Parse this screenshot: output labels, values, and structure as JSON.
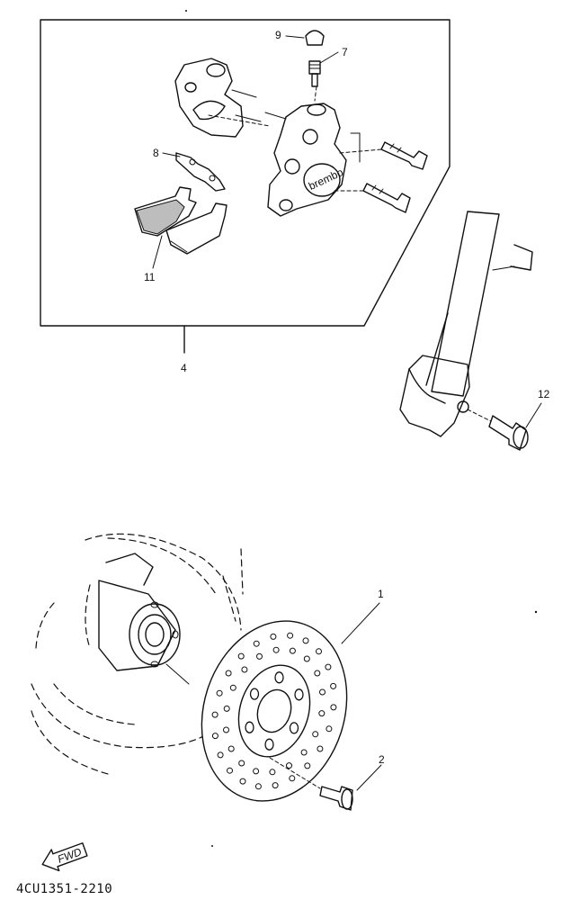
{
  "callouts": {
    "c9": "9",
    "c7": "7",
    "c8": "8",
    "c11": "11",
    "c4": "4",
    "c12": "12",
    "c1": "1",
    "c2": "2"
  },
  "caliper_brand": "brembo",
  "fwd_label": "FWD",
  "diagram_code": "4CU1351-2210"
}
